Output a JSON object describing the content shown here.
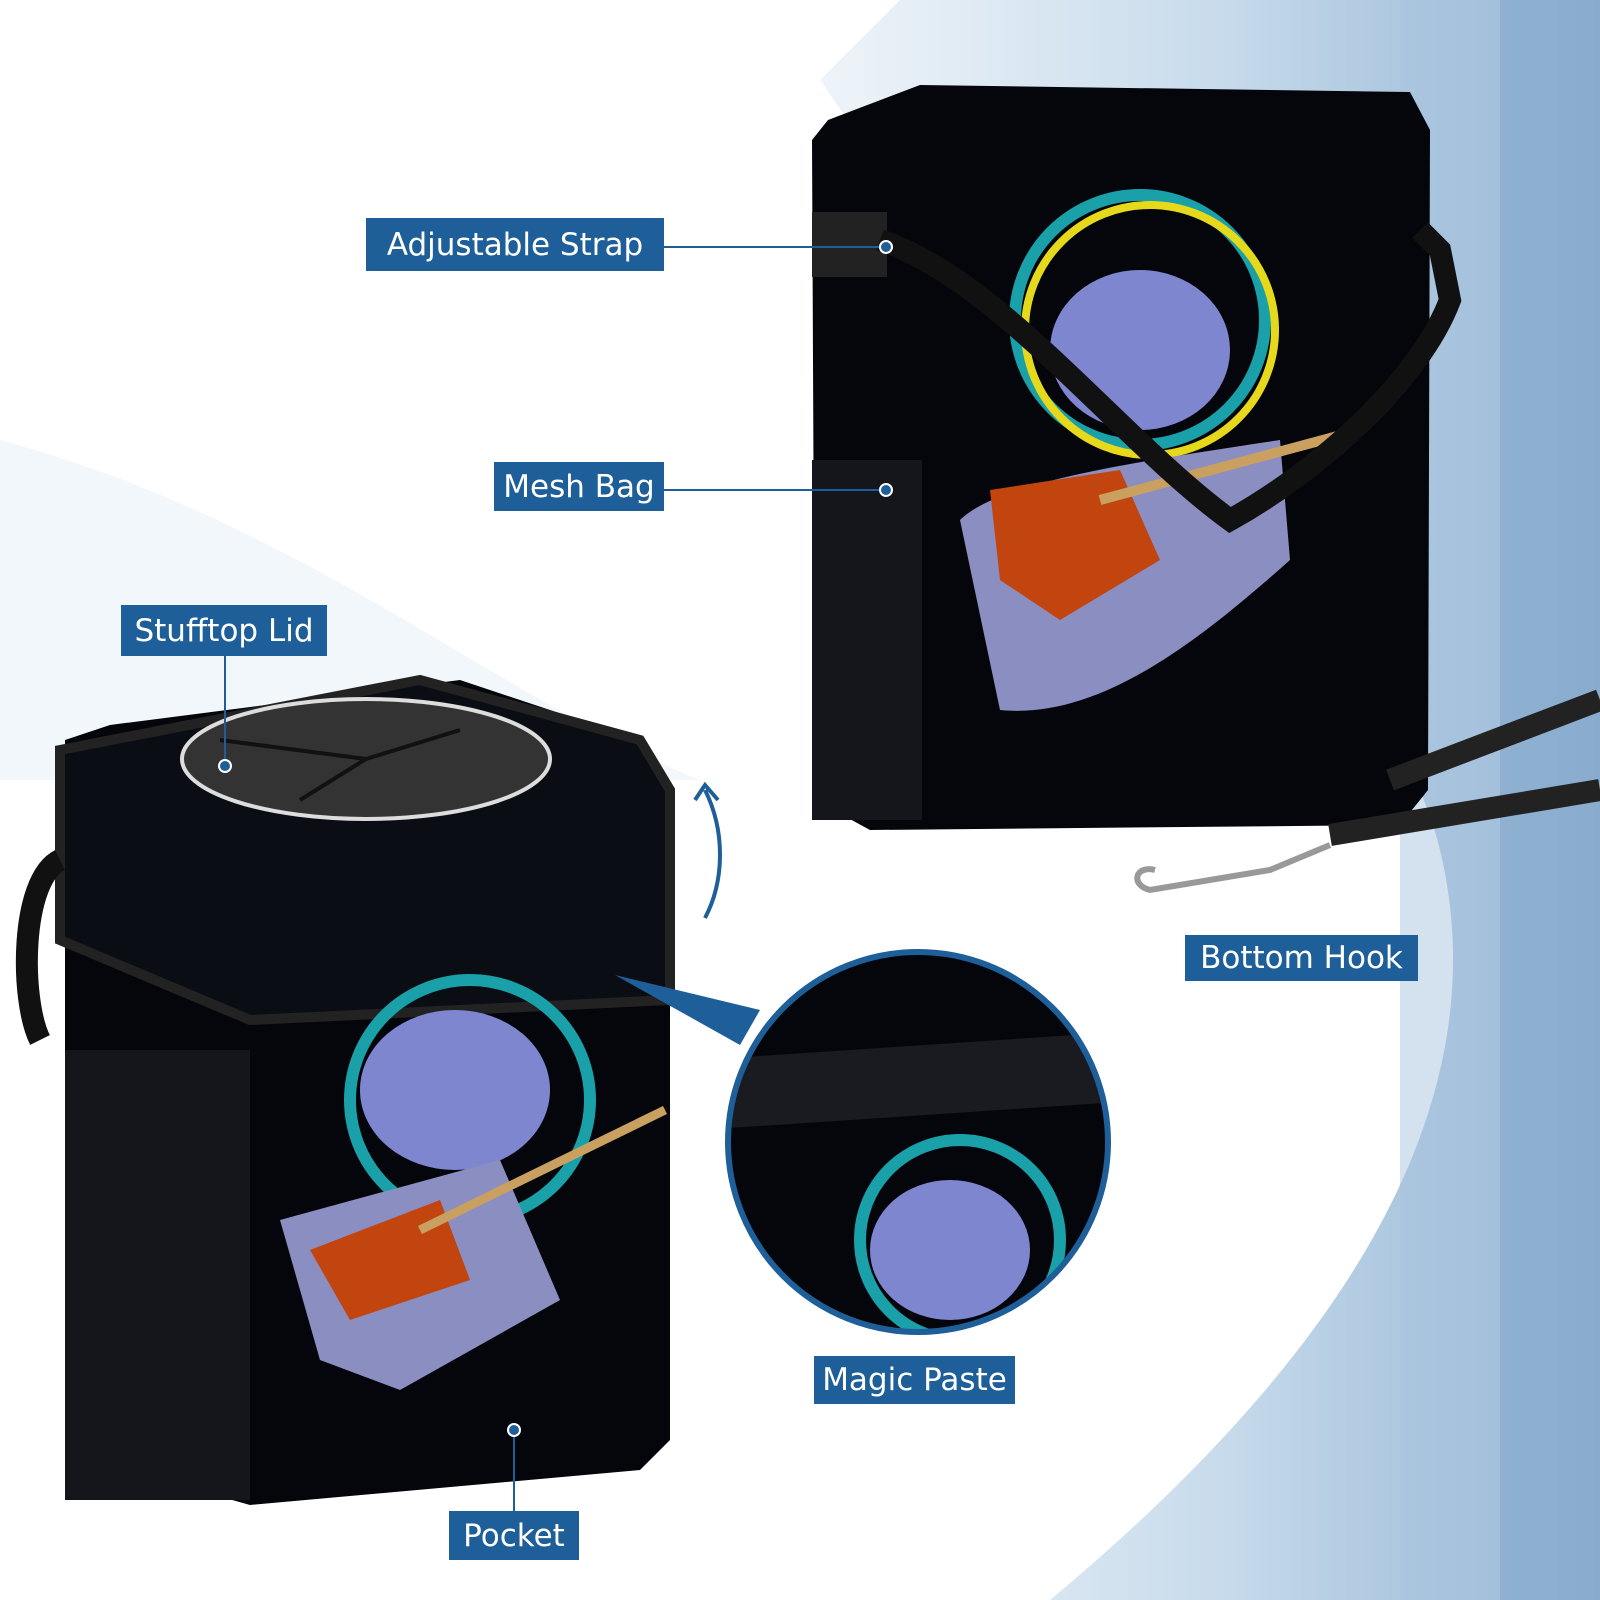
{
  "labels": {
    "adjustable_strap": "Adjustable Strap",
    "mesh_bag": "Mesh Bag",
    "stufftop_lid": "Stufftop Lid",
    "bottom_hook": "Bottom Hook",
    "magic_paste": "Magic Paste",
    "pocket": "Pocket"
  },
  "colors": {
    "label_bg": "#1f5f99",
    "bag": "#05060c",
    "accent_blue": "#1f5f99"
  }
}
